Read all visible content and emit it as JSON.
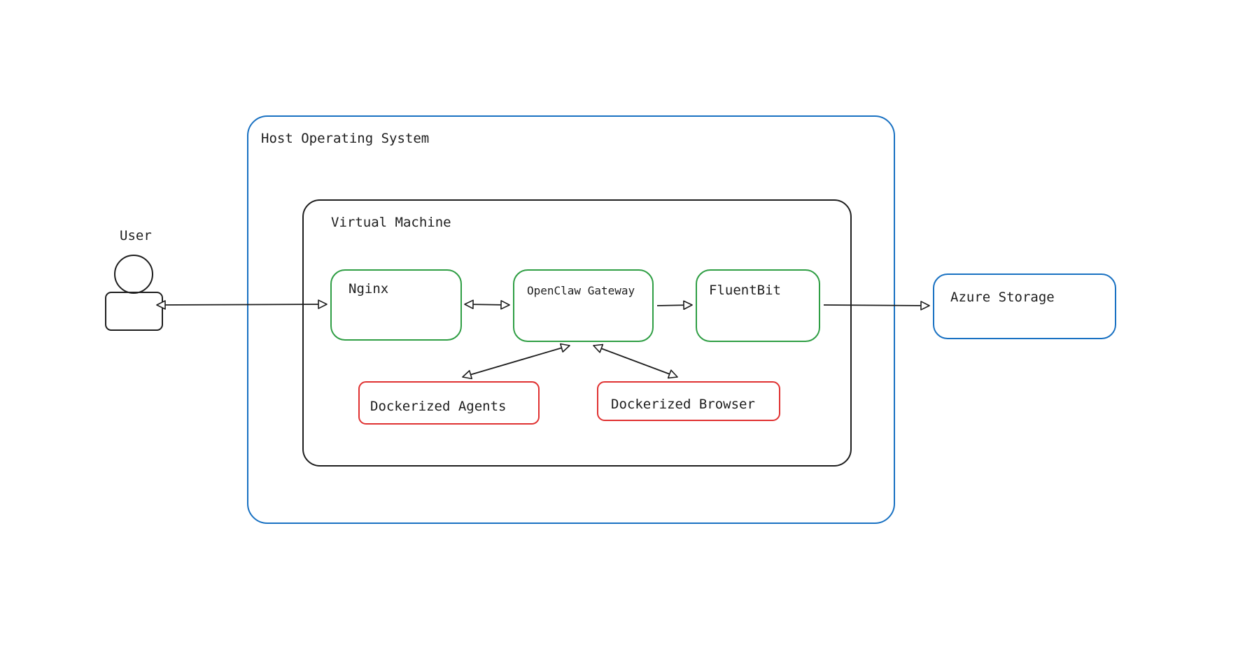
{
  "diagram": {
    "user": {
      "label": "User"
    },
    "host_os": {
      "label": "Host Operating System"
    },
    "vm": {
      "label": "Virtual Machine"
    },
    "nginx": {
      "label": "Nginx"
    },
    "gateway": {
      "label": "OpenClaw Gateway"
    },
    "fluentbit": {
      "label": "FluentBit"
    },
    "agents": {
      "label": "Dockerized Agents"
    },
    "browser": {
      "label": "Dockerized Browser"
    },
    "azure": {
      "label": "Azure Storage"
    }
  },
  "colors": {
    "host_border": "#1971c2",
    "vm_border": "#1e1e1e",
    "service_border": "#2f9e44",
    "container_border": "#e03131",
    "storage_border": "#1971c2",
    "text": "#1e1e1e"
  }
}
